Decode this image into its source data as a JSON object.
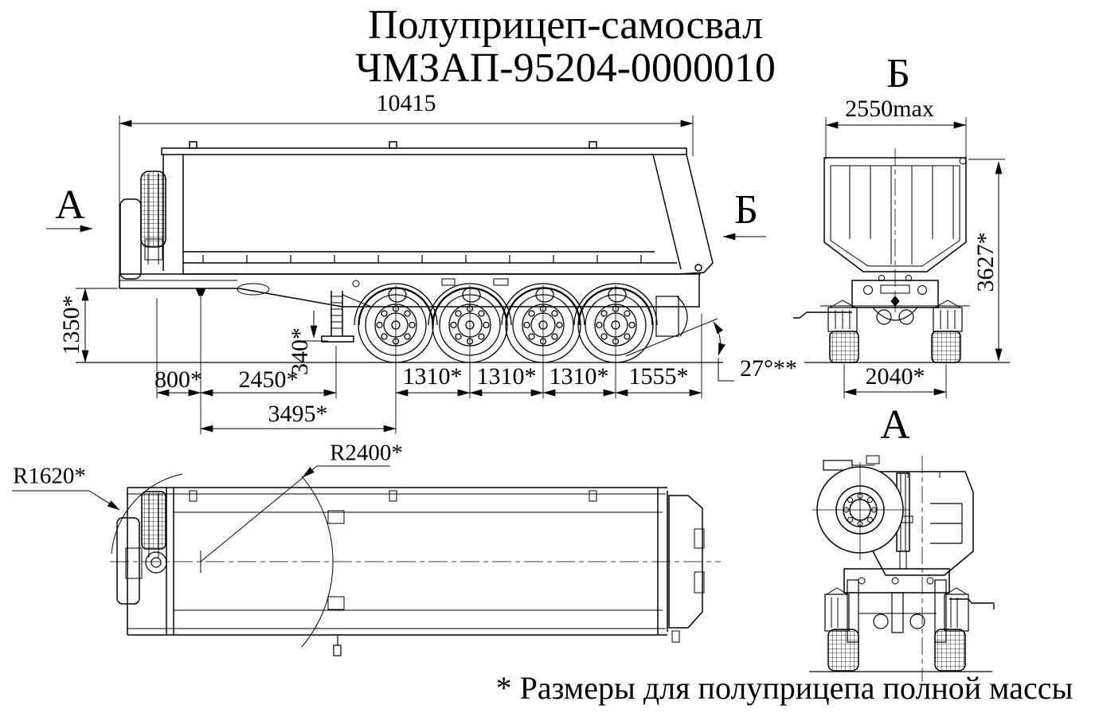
{
  "title": {
    "line1": "Полуприцеп-самосвал",
    "line2": "ЧМЗАП-95204-0000010"
  },
  "footnote": "* Размеры для полуприцепа полной массы",
  "section_labels": {
    "side_view_front_cut": "А",
    "side_view_rear_cut": "Б",
    "rear_view_title": "Б",
    "front_view_title": "А"
  },
  "dimensions": {
    "overall_length": "10415",
    "overall_width": "2550max",
    "fifth_wheel_height": "1350*",
    "front_overhang": "800*",
    "kingpin_to_support": "2450*",
    "support_clearance": "340*",
    "kingpin_to_first_axle": "3495*",
    "axle_spacing_1": "1310*",
    "axle_spacing_2": "1310*",
    "axle_spacing_3": "1310*",
    "rear_overhang": "1555*",
    "tipping_angle": "27°**",
    "overall_height": "3627*",
    "track_width": "2040*",
    "front_swing_radius": "R1620*",
    "body_swing_radius": "R2400*"
  },
  "colors": {
    "line": "#000000",
    "background": "#ffffff"
  }
}
